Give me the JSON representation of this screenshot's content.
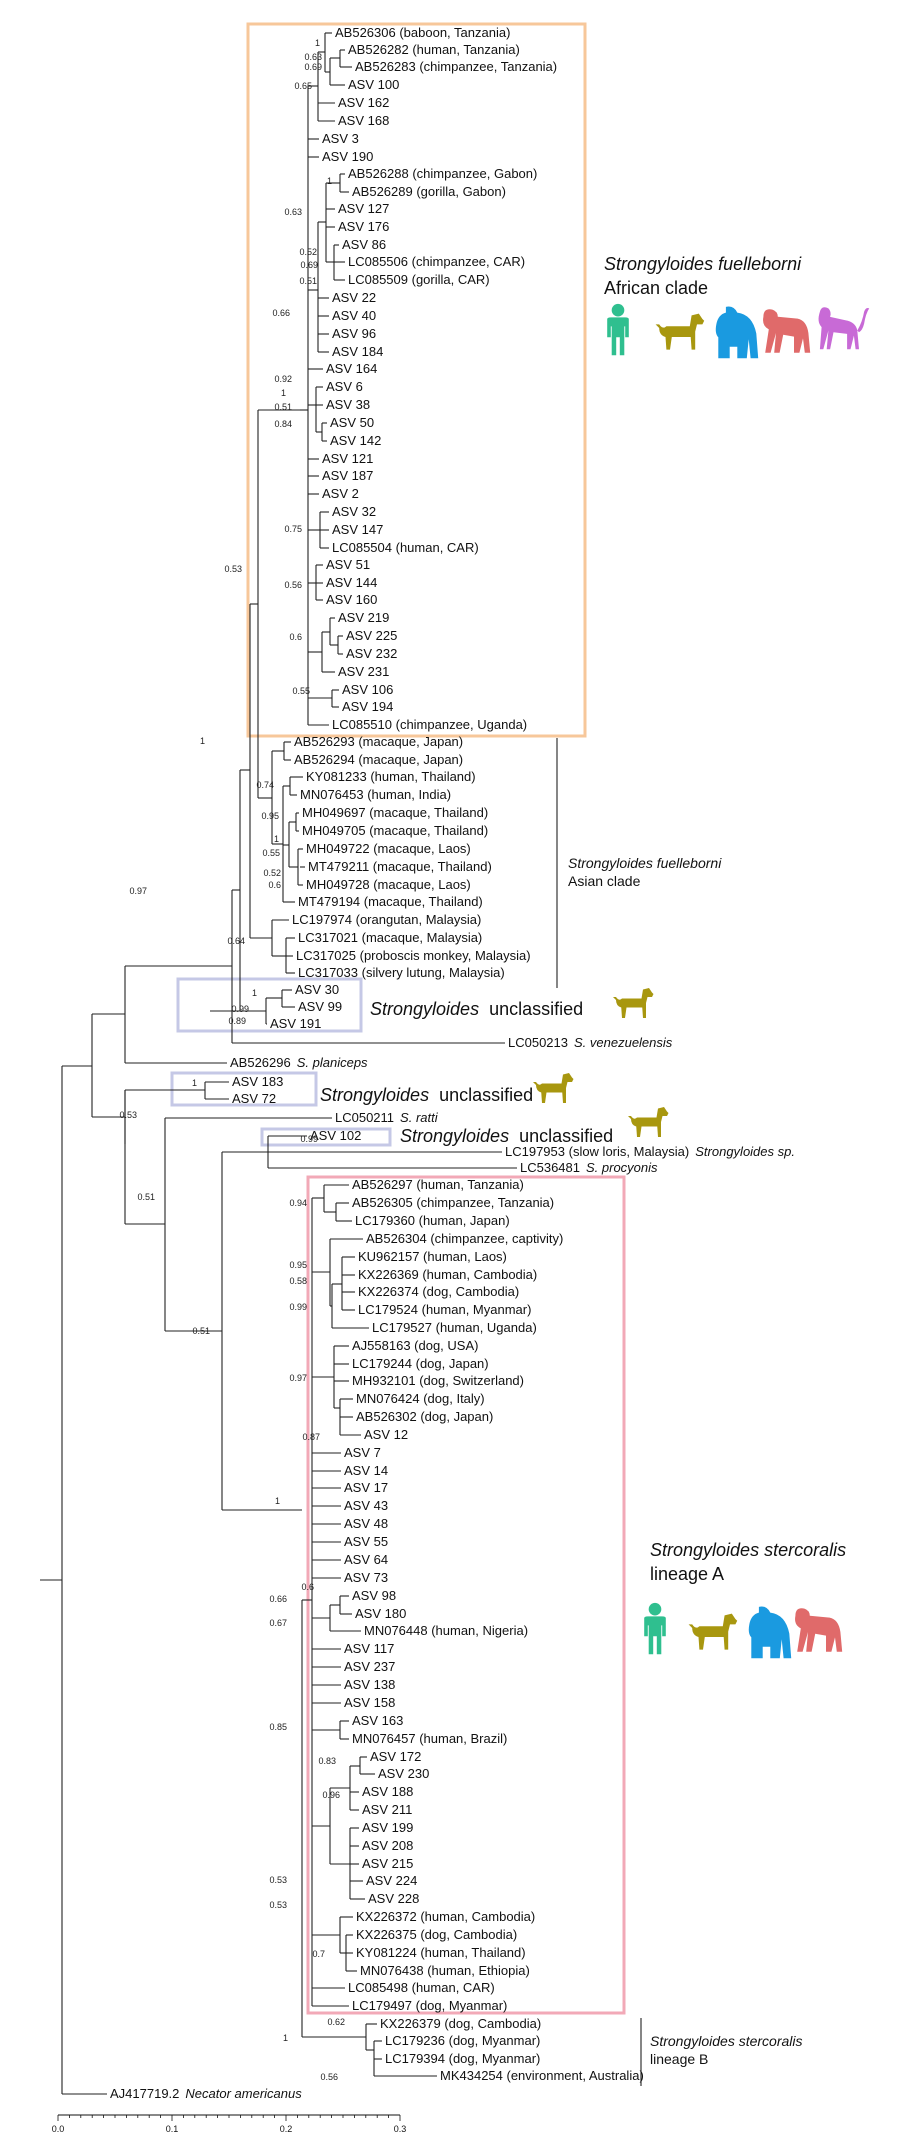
{
  "colors": {
    "box_african": "#f7c79a",
    "box_unclassified": "#c5c8e6",
    "box_lineageA": "#f2a9b7",
    "human": "#2fbf8f",
    "dog": "#a8970f",
    "gorilla": "#1a9ae0",
    "chimpanzee": "#e06a6a",
    "monkey": "#c86ad6"
  },
  "tips": [
    {
      "id": "AB526306_baboon_Tanzania",
      "label": "AB526306 (baboon, Tanzania)"
    },
    {
      "id": "AB526282_human_Tanzania",
      "label": "AB526282 (human, Tanzania)"
    },
    {
      "id": "AB526283_chimp_Tanzania",
      "label": "AB526283 (chimpanzee, Tanzania)"
    },
    {
      "id": "ASV100",
      "label": "ASV 100"
    },
    {
      "id": "ASV162",
      "label": "ASV 162"
    },
    {
      "id": "ASV168",
      "label": "ASV 168"
    },
    {
      "id": "ASV3",
      "label": "ASV 3"
    },
    {
      "id": "ASV190",
      "label": "ASV 190"
    },
    {
      "id": "AB526288_chimp_Gabon",
      "label": "AB526288 (chimpanzee, Gabon)"
    },
    {
      "id": "AB526289_gorilla_Gabon",
      "label": "AB526289 (gorilla, Gabon)"
    },
    {
      "id": "ASV127",
      "label": "ASV 127"
    },
    {
      "id": "ASV176",
      "label": "ASV 176"
    },
    {
      "id": "ASV86",
      "label": "ASV 86"
    },
    {
      "id": "LC085506_chimp_CAR",
      "label": "LC085506 (chimpanzee, CAR)"
    },
    {
      "id": "LC085509_gorilla_CAR",
      "label": "LC085509 (gorilla, CAR)"
    },
    {
      "id": "ASV22",
      "label": "ASV 22"
    },
    {
      "id": "ASV40",
      "label": "ASV 40"
    },
    {
      "id": "ASV96",
      "label": "ASV 96"
    },
    {
      "id": "ASV184",
      "label": "ASV 184"
    },
    {
      "id": "ASV164",
      "label": "ASV 164"
    },
    {
      "id": "ASV6",
      "label": "ASV 6"
    },
    {
      "id": "ASV38",
      "label": "ASV 38"
    },
    {
      "id": "ASV50",
      "label": "ASV 50"
    },
    {
      "id": "ASV142",
      "label": "ASV 142"
    },
    {
      "id": "ASV121",
      "label": "ASV 121"
    },
    {
      "id": "ASV187",
      "label": "ASV 187"
    },
    {
      "id": "ASV2",
      "label": "ASV 2"
    },
    {
      "id": "ASV32",
      "label": "ASV 32"
    },
    {
      "id": "ASV147",
      "label": "ASV 147"
    },
    {
      "id": "LC085504_human_CAR",
      "label": "LC085504 (human, CAR)"
    },
    {
      "id": "ASV51",
      "label": "ASV 51"
    },
    {
      "id": "ASV144",
      "label": "ASV 144"
    },
    {
      "id": "ASV160",
      "label": "ASV 160"
    },
    {
      "id": "ASV219",
      "label": "ASV 219"
    },
    {
      "id": "ASV225",
      "label": "ASV 225"
    },
    {
      "id": "ASV232",
      "label": "ASV 232"
    },
    {
      "id": "ASV231",
      "label": "ASV 231"
    },
    {
      "id": "ASV106",
      "label": "ASV 106"
    },
    {
      "id": "ASV194",
      "label": "ASV 194"
    },
    {
      "id": "LC085510_chimp_Uganda",
      "label": "LC085510 (chimpanzee, Uganda)"
    },
    {
      "id": "AB526293_macaque_Japan",
      "label": "AB526293 (macaque, Japan)"
    },
    {
      "id": "AB526294_macaque_Japan",
      "label": "AB526294 (macaque, Japan)"
    },
    {
      "id": "KY081233_human_Thailand",
      "label": "KY081233 (human, Thailand)"
    },
    {
      "id": "MN076453_human_India",
      "label": "MN076453 (human, India)"
    },
    {
      "id": "MH049697_macaque_Thailand",
      "label": "MH049697 (macaque, Thailand)"
    },
    {
      "id": "MH049705_macaque_Thailand",
      "label": "MH049705 (macaque, Thailand)"
    },
    {
      "id": "MH049722_macaque_Laos",
      "label": "MH049722 (macaque, Laos)"
    },
    {
      "id": "MT479211_macaque_Thailand",
      "label": "MT479211 (macaque, Thailand)"
    },
    {
      "id": "MH049728_macaque_Laos",
      "label": "MH049728 (macaque, Laos)"
    },
    {
      "id": "MT479194_macaque_Thailand",
      "label": "MT479194 (macaque, Thailand)"
    },
    {
      "id": "LC197974_orangutan_Malaysia",
      "label": "LC197974 (orangutan, Malaysia)"
    },
    {
      "id": "LC317021_macaque_Malaysia",
      "label": "LC317021 (macaque, Malaysia)"
    },
    {
      "id": "LC317025_proboscis_Malaysia",
      "label": "LC317025 (proboscis monkey, Malaysia)"
    },
    {
      "id": "LC317033_lutung_Malaysia",
      "label": "LC317033 (silvery lutung, Malaysia)"
    },
    {
      "id": "ASV30",
      "label": "ASV 30"
    },
    {
      "id": "ASV99",
      "label": "ASV 99"
    },
    {
      "id": "ASV191",
      "label": "ASV 191"
    },
    {
      "id": "LC050213",
      "label": "LC050213",
      "sp": "S. venezuelensis"
    },
    {
      "id": "AB526296",
      "label": "AB526296",
      "sp": "S. planiceps"
    },
    {
      "id": "ASV183",
      "label": "ASV 183"
    },
    {
      "id": "ASV72",
      "label": "ASV 72"
    },
    {
      "id": "LC050211",
      "label": "LC050211",
      "sp": "S. ratti"
    },
    {
      "id": "ASV102",
      "label": "ASV 102"
    },
    {
      "id": "LC197953_slowloris_Malaysia",
      "label": "LC197953 (slow loris, Malaysia)",
      "sp": "Strongyloides sp."
    },
    {
      "id": "LC536481",
      "label": "LC536481",
      "sp": "S. procyonis"
    },
    {
      "id": "AB526297_human_Tanzania",
      "label": "AB526297 (human, Tanzania)"
    },
    {
      "id": "AB526305_chimp_Tanzania",
      "label": "AB526305 (chimpanzee, Tanzania)"
    },
    {
      "id": "LC179360_human_Japan",
      "label": "LC179360 (human, Japan)"
    },
    {
      "id": "AB526304_chimp_captivity",
      "label": "AB526304 (chimpanzee, captivity)"
    },
    {
      "id": "KU962157_human_Laos",
      "label": "KU962157 (human, Laos)"
    },
    {
      "id": "KX226369_human_Cambodia",
      "label": "KX226369 (human, Cambodia)"
    },
    {
      "id": "KX226374_dog_Cambodia",
      "label": "KX226374 (dog, Cambodia)"
    },
    {
      "id": "LC179524_human_Myanmar",
      "label": "LC179524 (human, Myanmar)"
    },
    {
      "id": "LC179527_human_Uganda",
      "label": "LC179527 (human, Uganda)"
    },
    {
      "id": "AJ558163_dog_USA",
      "label": "AJ558163 (dog, USA)"
    },
    {
      "id": "LC179244_dog_Japan",
      "label": "LC179244 (dog, Japan)"
    },
    {
      "id": "MH932101_dog_Switzerland",
      "label": "MH932101 (dog, Switzerland)"
    },
    {
      "id": "MN076424_dog_Italy",
      "label": "MN076424 (dog, Italy)"
    },
    {
      "id": "AB526302_dog_Japan",
      "label": "AB526302 (dog, Japan)"
    },
    {
      "id": "ASV12",
      "label": "ASV 12"
    },
    {
      "id": "ASV7",
      "label": "ASV 7"
    },
    {
      "id": "ASV14",
      "label": "ASV 14"
    },
    {
      "id": "ASV17",
      "label": "ASV 17"
    },
    {
      "id": "ASV43",
      "label": "ASV 43"
    },
    {
      "id": "ASV48",
      "label": "ASV 48"
    },
    {
      "id": "ASV55",
      "label": "ASV 55"
    },
    {
      "id": "ASV64",
      "label": "ASV 64"
    },
    {
      "id": "ASV73",
      "label": "ASV 73"
    },
    {
      "id": "ASV98",
      "label": "ASV 98"
    },
    {
      "id": "ASV180",
      "label": "ASV 180"
    },
    {
      "id": "MN076448_human_Nigeria",
      "label": "MN076448 (human, Nigeria)"
    },
    {
      "id": "ASV117",
      "label": "ASV 117"
    },
    {
      "id": "ASV237",
      "label": "ASV 237"
    },
    {
      "id": "ASV138",
      "label": "ASV 138"
    },
    {
      "id": "ASV158",
      "label": "ASV 158"
    },
    {
      "id": "ASV163",
      "label": "ASV 163"
    },
    {
      "id": "MN076457_human_Brazil",
      "label": "MN076457 (human, Brazil)"
    },
    {
      "id": "ASV172",
      "label": "ASV 172"
    },
    {
      "id": "ASV230",
      "label": "ASV 230"
    },
    {
      "id": "ASV188",
      "label": "ASV 188"
    },
    {
      "id": "ASV211",
      "label": "ASV 211"
    },
    {
      "id": "ASV199",
      "label": "ASV 199"
    },
    {
      "id": "ASV208",
      "label": "ASV 208"
    },
    {
      "id": "ASV215",
      "label": "ASV 215"
    },
    {
      "id": "ASV224",
      "label": "ASV 224"
    },
    {
      "id": "ASV228",
      "label": "ASV 228"
    },
    {
      "id": "KX226372_human_Cambodia",
      "label": "KX226372 (human, Cambodia)"
    },
    {
      "id": "KX226375_dog_Cambodia",
      "label": "KX226375 (dog, Cambodia)"
    },
    {
      "id": "KY081224_human_Thailand",
      "label": "KY081224 (human, Thailand)"
    },
    {
      "id": "MN076438_human_Ethiopia",
      "label": "MN076438 (human, Ethiopia)"
    },
    {
      "id": "LC085498_human_CAR",
      "label": "LC085498 (human, CAR)"
    },
    {
      "id": "LC179497_dog_Myanmar",
      "label": "LC179497 (dog, Myanmar)"
    },
    {
      "id": "KX226379_dog_Cambodia",
      "label": "KX226379 (dog, Cambodia)"
    },
    {
      "id": "LC179236_dog_Myanmar",
      "label": "LC179236 (dog, Myanmar)"
    },
    {
      "id": "LC179394_dog_Myanmar",
      "label": "LC179394 (dog, Myanmar)"
    },
    {
      "id": "MK434254_env_Australia",
      "label": "MK434254 (environment, Australia)"
    },
    {
      "id": "AJ417719_Necator",
      "label": "AJ417719.2",
      "sp": "Necator americanus"
    }
  ],
  "support_values": [
    "1",
    "0.63",
    "0.69",
    "0.65",
    "1",
    "0.63",
    "0.52",
    "0.69",
    "0.51",
    "0.66",
    "0.92",
    "1",
    "0.51",
    "0.84",
    "0.75",
    "0.56",
    "0.6",
    "0.55",
    "0.53",
    "1",
    "0.74",
    "0.95",
    "1",
    "0.55",
    "0.52",
    "0.6",
    "0.64",
    "0.97",
    "1",
    "0.99",
    "0.89",
    "1",
    "0.53",
    "0.99",
    "0.51",
    "0.94",
    "0.95",
    "0.58",
    "0.99",
    "0.97",
    "0.87",
    "0.51",
    "1",
    "0.6",
    "0.66",
    "0.67",
    "0.85",
    "0.83",
    "0.96",
    "0.53",
    "0.53",
    "0.7",
    "0.62",
    "1",
    "0.56"
  ],
  "clades": {
    "african": {
      "genus": "Strongyloides fuelleborni",
      "sub": "African clade"
    },
    "asian": {
      "genus": "Strongyloides fuelleborni",
      "sub": "Asian clade"
    },
    "unclassified1": {
      "genus": "Strongyloides",
      "sub": "unclassified"
    },
    "unclassified2": {
      "genus": "Strongyloides",
      "sub": "unclassified"
    },
    "unclassified3": {
      "genus": "Strongyloides",
      "sub": "unclassified"
    },
    "lineageA": {
      "genus": "Strongyloides stercoralis",
      "sub": "lineage A"
    },
    "lineageB": {
      "genus": "Strongyloides stercoralis",
      "sub": "lineage B"
    }
  },
  "axis": {
    "ticks": [
      "0.0",
      "0.1",
      "0.2",
      "0.3"
    ]
  },
  "icons": {
    "african": [
      "human-icon",
      "dog-icon",
      "gorilla-icon",
      "chimpanzee-icon",
      "monkey-icon"
    ],
    "lineageA": [
      "human-icon",
      "dog-icon",
      "gorilla-icon",
      "chimpanzee-icon"
    ],
    "unclassified": [
      "dog-icon"
    ]
  }
}
